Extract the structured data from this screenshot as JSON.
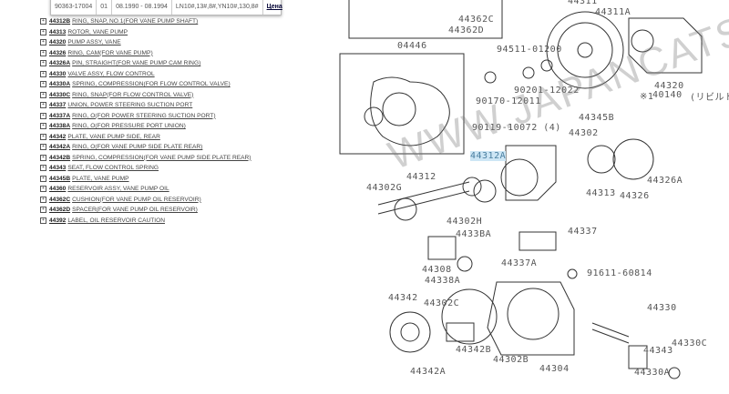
{
  "popup_row": {
    "part": "90363-17004",
    "qty": "01",
    "dates": "08.1990 - 08.1994",
    "models": "LN10#,13#,8#,YN10#,130,8#",
    "price_link": "Цена"
  },
  "parts": [
    {
      "code": "44312B",
      "desc": "RING, SNAP, NO.1(FOR VANE PUMP SHAFT)"
    },
    {
      "code": "44313",
      "desc": "ROTOR, VANE PUMP"
    },
    {
      "code": "44320",
      "desc": "PUMP ASSY, VANE"
    },
    {
      "code": "44326",
      "desc": "RING, CAM(FOR VANE PUMP)"
    },
    {
      "code": "44326A",
      "desc": "PIN, STRAIGHT(FOR VANE PUMP CAM RING)"
    },
    {
      "code": "44330",
      "desc": "VALVE ASSY, FLOW CONTROL"
    },
    {
      "code": "44330A",
      "desc": "SPRING, COMPRESSION(FOR FLOW CONTROL VALVE)"
    },
    {
      "code": "44330C",
      "desc": "RING, SNAP(FOR FLOW CONTROL VALVE)"
    },
    {
      "code": "44337",
      "desc": "UNION, POWER STEERING SUCTION PORT"
    },
    {
      "code": "44337A",
      "desc": "RING, O(FOR POWER STEERING SUCTION PORT)"
    },
    {
      "code": "44338A",
      "desc": "RING, O(FOR PRESSURE PORT UNION)"
    },
    {
      "code": "44342",
      "desc": "PLATE, VANE PUMP SIDE, REAR"
    },
    {
      "code": "44342A",
      "desc": "RING, O(FOR VANE PUMP SIDE PLATE REAR)"
    },
    {
      "code": "44342B",
      "desc": "SPRING, COMPRESSION(FOR VANE PUMP SIDE PLATE REAR)"
    },
    {
      "code": "44343",
      "desc": "SEAT, FLOW CONTROL SPRING"
    },
    {
      "code": "44345B",
      "desc": "PLATE, VANE PUMP"
    },
    {
      "code": "44360",
      "desc": "RESERVOIR ASSY, VANE PUMP OIL"
    },
    {
      "code": "44362C",
      "desc": "CUSHION(FOR VANE PUMP OIL RESERVOIR)"
    },
    {
      "code": "44362D",
      "desc": "SPACER(FOR VANE PUMP OIL RESERVOIR)"
    },
    {
      "code": "44392",
      "desc": "LABEL, OIL RESERVOIR CAUTION"
    }
  ],
  "diagram_labels": [
    "44311",
    "44311A",
    "44362C",
    "44362D",
    "04446",
    "94511-01200",
    "90201-12022",
    "90170-12011",
    "44320",
    "40140",
    "(リビルト)",
    "※1",
    "44345B",
    "90119-10072 (4)",
    "44302",
    "44312A",
    "44312",
    "44302G",
    "44313",
    "44326",
    "44326A",
    "44302H",
    "44337",
    "4433BA",
    "44308",
    "44338A",
    "44337A",
    "91611-60814",
    "44342",
    "44302C",
    "44330",
    "44343",
    "44330C",
    "44342B",
    "44302B",
    "44304",
    "44342A",
    "44330A"
  ],
  "watermark": "WWW.JAPANCATS.RU"
}
